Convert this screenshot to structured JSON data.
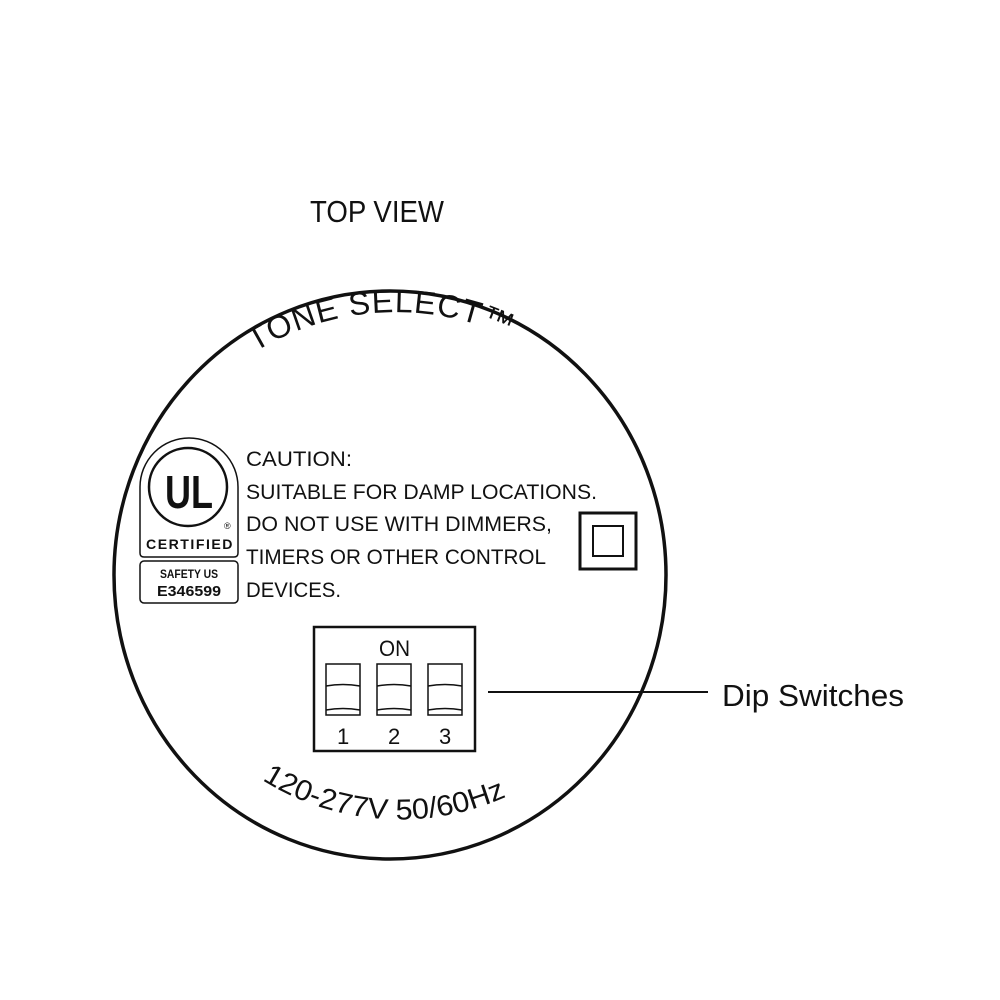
{
  "title": "TOP VIEW",
  "device": {
    "brand_text": "TONE SELECT™",
    "voltage_text": "120-277V 50/60Hz",
    "ul_logo": {
      "mark": "UL",
      "certified": "CERTIFIED",
      "registered": "®",
      "safety": "SAFETY US",
      "file_number": "E346599"
    },
    "caution_lines": [
      "CAUTION:",
      "SUITABLE FOR DAMP LOCATIONS.",
      "DO NOT USE WITH DIMMERS,",
      "TIMERS OR OTHER CONTROL",
      "DEVICES."
    ],
    "dip": {
      "on_label": "ON",
      "switches": [
        "1",
        "2",
        "3"
      ]
    }
  },
  "callout": {
    "label": "Dip Switches"
  },
  "colors": {
    "line": "#111111",
    "background": "#ffffff"
  }
}
